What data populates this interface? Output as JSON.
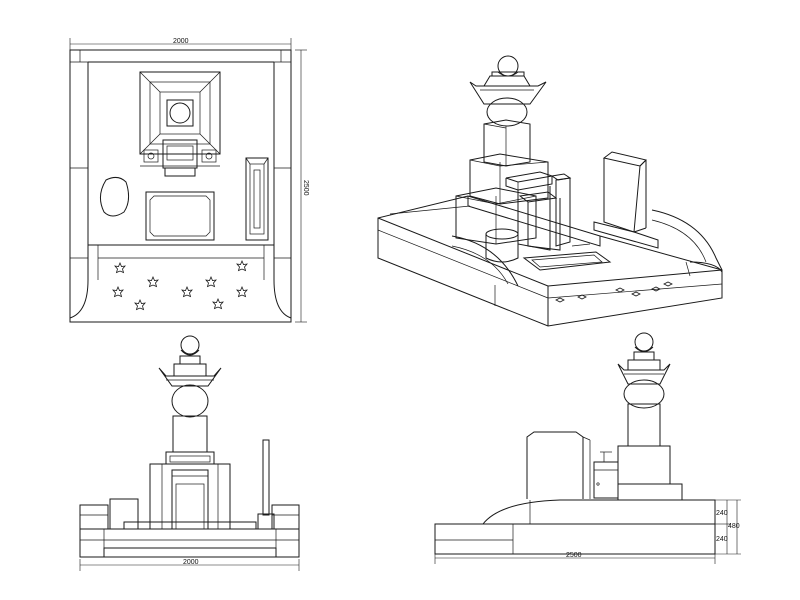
{
  "plan_view": {
    "width_dim": "2000",
    "depth_dim": "2500"
  },
  "front_view": {
    "width_dim": "2000"
  },
  "side_view": {
    "length_dim": "2500",
    "height_upper": "240",
    "height_total": "480",
    "height_lower": "240"
  },
  "colors": {
    "line": "#1a1a1a",
    "background": "#ffffff"
  }
}
